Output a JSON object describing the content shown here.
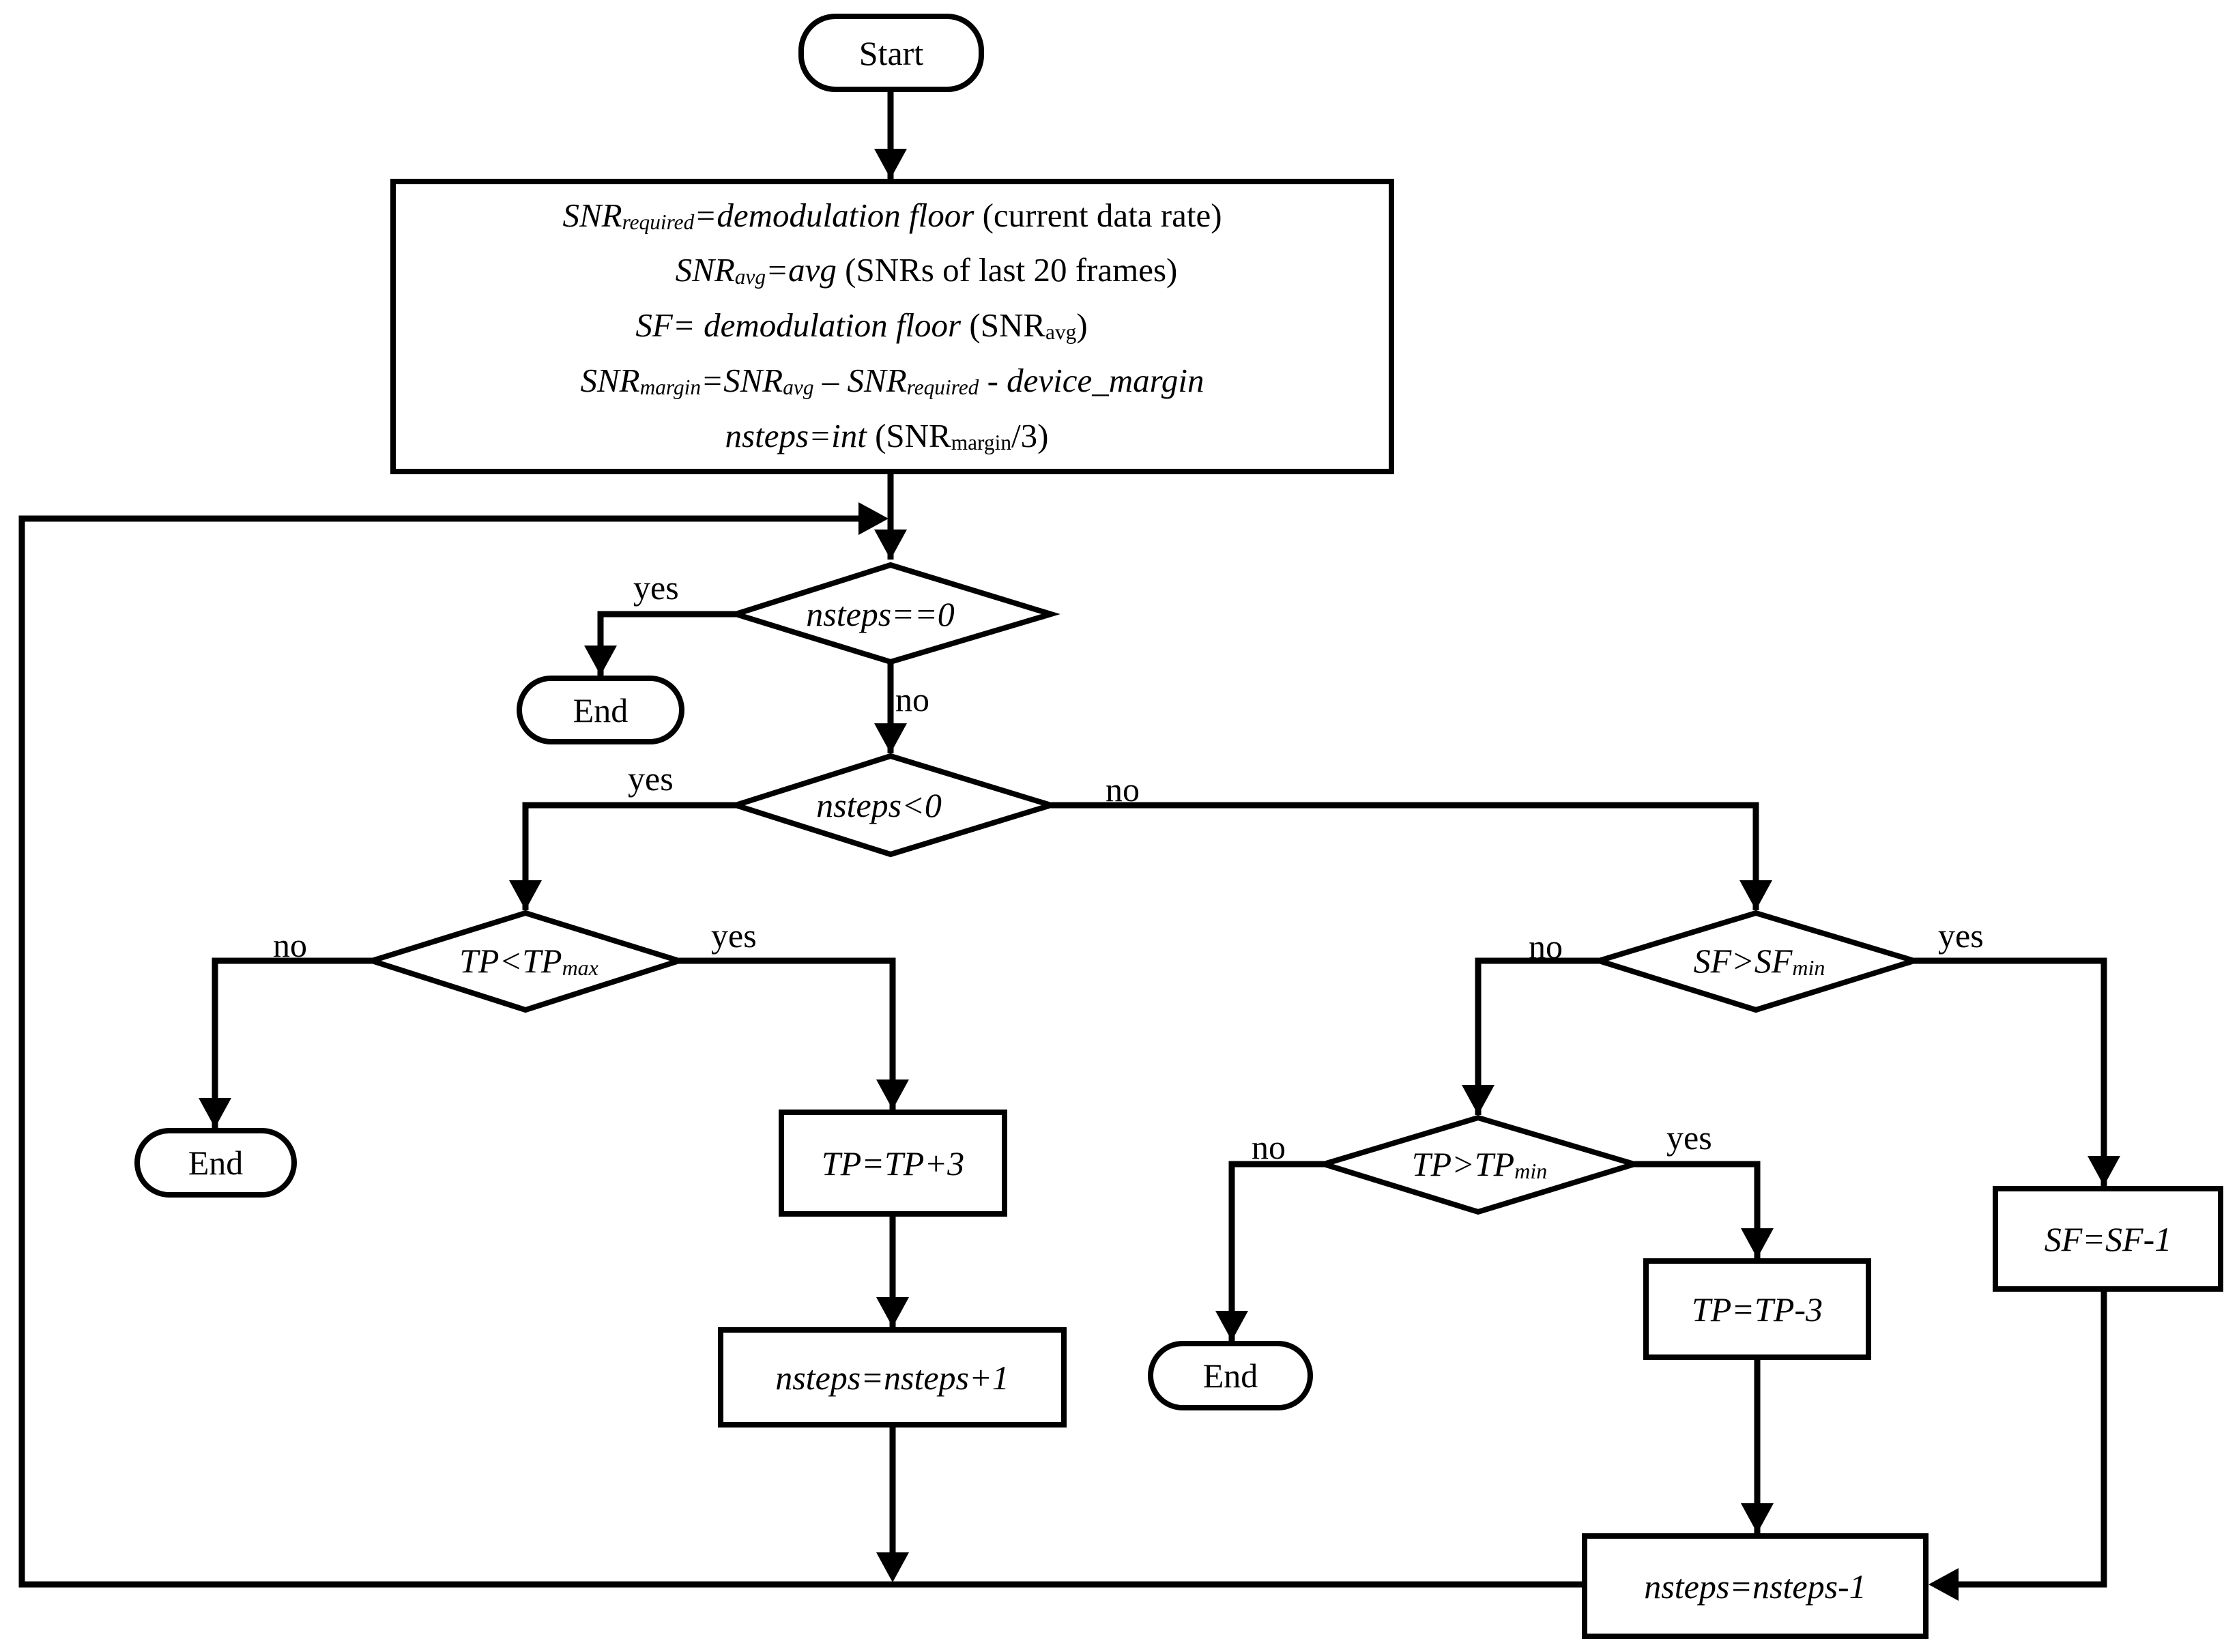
{
  "start": "Start",
  "init": {
    "l1_a": "SNR",
    "l1_sub": "required",
    "l1_b": "=demodulation floor",
    "l1_c": " (current data rate)",
    "l2_a": "SNR",
    "l2_sub": "avg",
    "l2_b": "=avg",
    "l2_c": "  (SNRs of last 20 frames)",
    "l3_a": "SF= demodulation floor",
    "l3_b": "  (SNR",
    "l3_sub": "avg",
    "l3_c": ")",
    "l4_a": "SNR",
    "l4_sub1": "margin",
    "l4_b": "=SNR",
    "l4_sub2": "avg",
    "l4_c": " – SNR",
    "l4_sub3": "required",
    "l4_d": " - device_margin",
    "l5_a": "nsteps=int",
    "l5_b": " (SNR",
    "l5_sub": "margin",
    "l5_c": "/3)"
  },
  "decisions": {
    "d1": "nsteps==0",
    "d2": "nsteps<0",
    "d3_a": "TP<TP",
    "d3_sub": "max",
    "d4_a": "SF>SF",
    "d4_sub": "min",
    "d5_a": "TP>TP",
    "d5_sub": "min"
  },
  "processes": {
    "tp_plus": "TP=TP+3",
    "nsteps_plus": "nsteps=nsteps+1",
    "tp_minus": "TP=TP-3",
    "sf_minus": "SF=SF-1",
    "nsteps_minus": "nsteps=nsteps-1"
  },
  "end_label": "End",
  "branches": {
    "d1_yes": "yes",
    "d1_no": "no",
    "d2_yes": "yes",
    "d2_no": "no",
    "d3_no": "no",
    "d3_yes": "yes",
    "d4_no": "no",
    "d4_yes": "yes",
    "d5_no": "no",
    "d5_yes": "yes"
  }
}
